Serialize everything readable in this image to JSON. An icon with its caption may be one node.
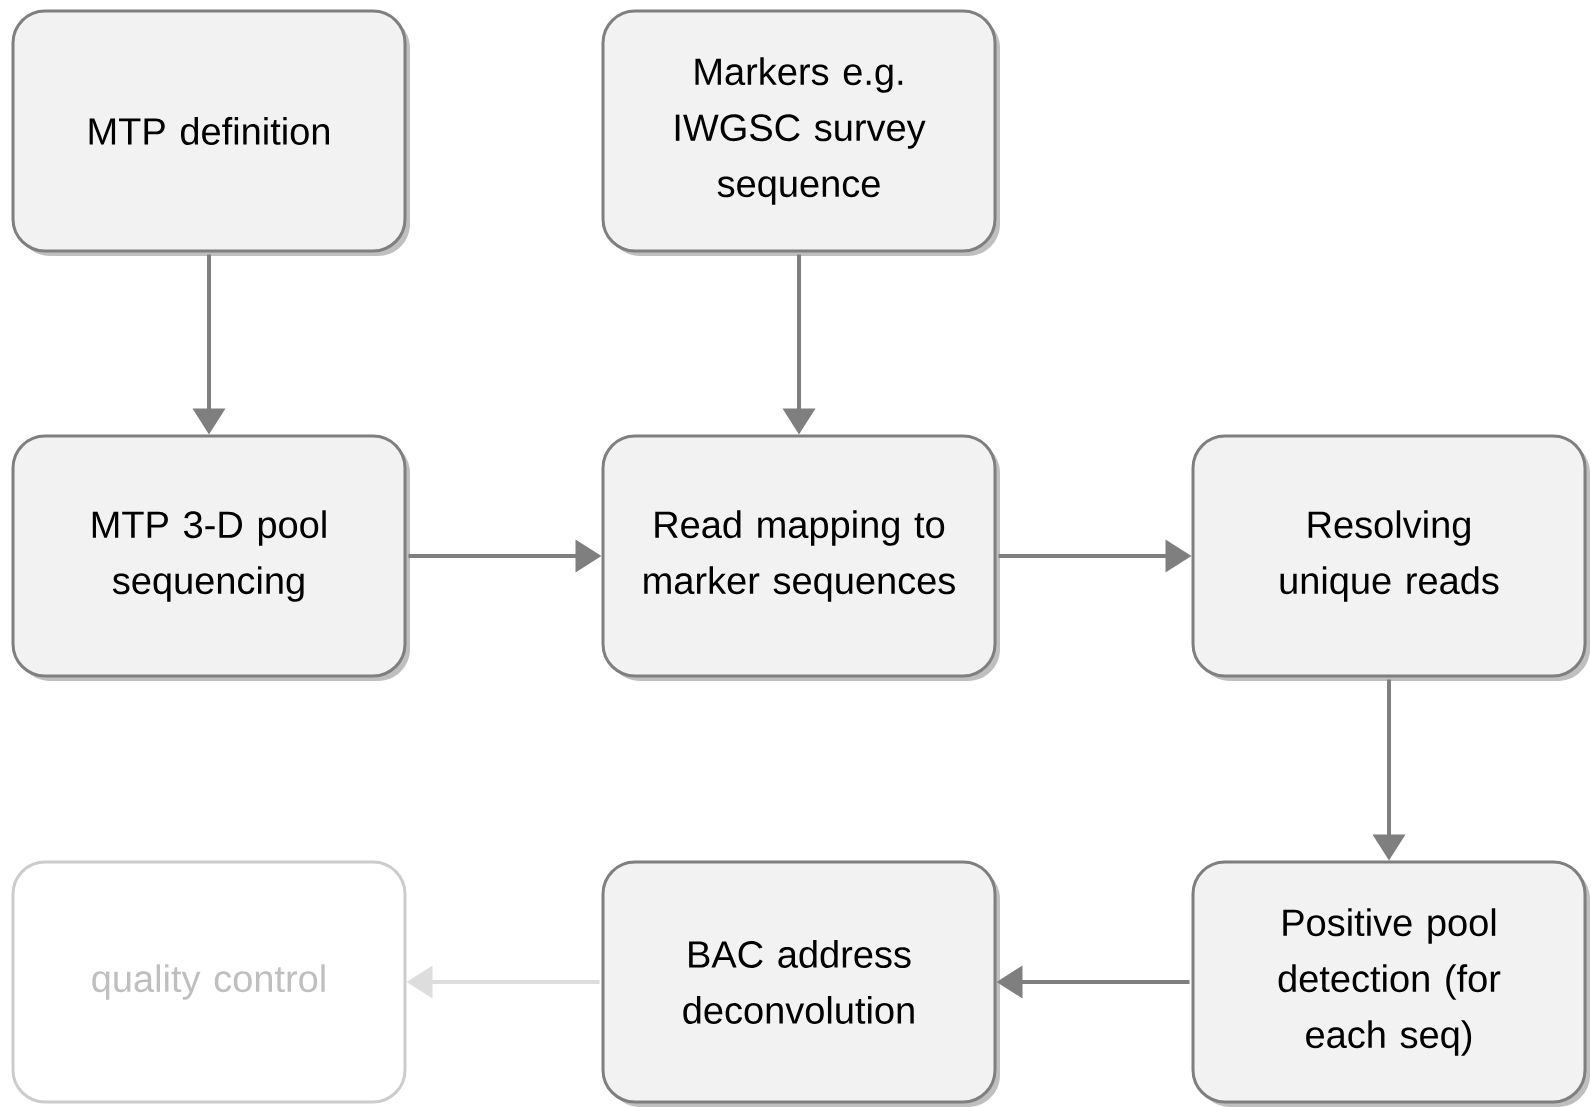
{
  "diagram": {
    "nodes": [
      {
        "text": [
          "MTP definition"
        ]
      },
      {
        "text": [
          "Markers e.g. IWGSC survey sequence"
        ]
      },
      {
        "text": [
          "MTP 3-D pool sequencing"
        ]
      },
      {
        "text": [
          "Read mapping to marker sequences"
        ]
      },
      {
        "text": [
          "Resolving unique reads"
        ]
      },
      {
        "text": [
          "Positive pool detection (for each seq)"
        ]
      },
      {
        "text": [
          "BAC address deconvolution"
        ]
      },
      {
        "text": [
          "quality control"
        ]
      }
    ],
    "edges": [
      {
        "from": 0,
        "to": 2,
        "arrow": "to"
      },
      {
        "from": 1,
        "to": 3,
        "arrow": "to"
      },
      {
        "from": 2,
        "to": 3,
        "arrow": "to"
      },
      {
        "from": 3,
        "to": 4,
        "arrow": "to"
      },
      {
        "from": 4,
        "to": 5,
        "arrow": "to"
      },
      {
        "from": 5,
        "to": 6,
        "arrow": "to"
      },
      {
        "from": 6,
        "to": 7,
        "arrow": "to",
        "color": "#dddddd"
      }
    ]
  }
}
